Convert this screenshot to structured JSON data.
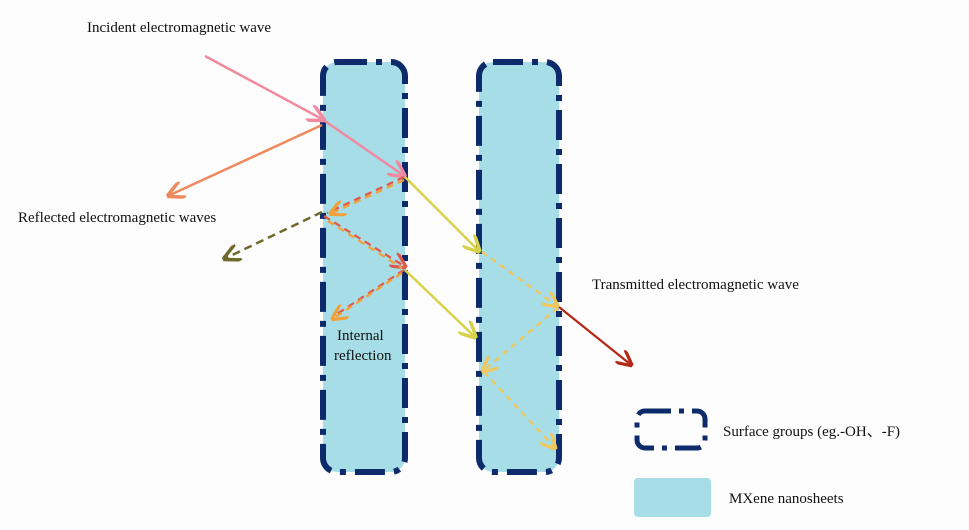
{
  "labels": {
    "incident": "Incident electromagnetic wave",
    "reflected": "Reflected electromagnetic waves",
    "transmitted": "Transmitted electromagnetic wave",
    "internal_line1": "Internal",
    "internal_line2": "reflection"
  },
  "legend": {
    "surface_groups": "Surface groups (eg.-OH、-F)",
    "nanosheets": "MXene nanosheets"
  },
  "colors": {
    "sheet_fill": "#a6dde7",
    "surface_group": "#0d2a6b",
    "incident": "#ef8aa0",
    "reflected": "#ee8a5e",
    "reflected_weak": "#6f6a2c",
    "internal_red": "#e05a4a",
    "internal_orange": "#f2a13a",
    "transmit_yellow": "#d8d24a",
    "transmit_dashed": "#f3c85a",
    "transmitted": "#b32a17"
  }
}
